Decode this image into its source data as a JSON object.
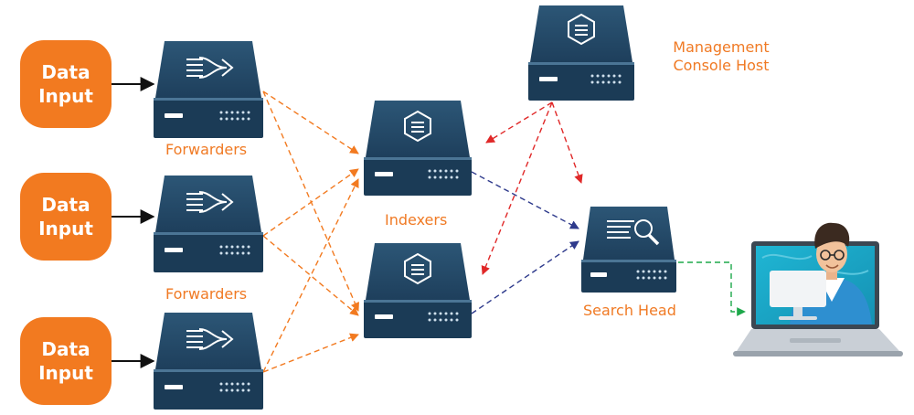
{
  "inputs": [
    {
      "label": "Data Input"
    },
    {
      "label": "Data Input"
    },
    {
      "label": "Data Input"
    }
  ],
  "labels": {
    "forwarders_1": "Forwarders",
    "forwarders_2": "Forwarders",
    "indexers": "Indexers",
    "management": "Management Console Host",
    "search_head": "Search Head"
  },
  "colors": {
    "orange": "#F27A20",
    "label_orange": "#F07A24",
    "server_dark": "#1B3B56",
    "server_top": "#2F5977",
    "red_arrow": "#E02828",
    "blue_arrow": "#2E3A8C",
    "green_arrow": "#1DA84A",
    "screen": "#19A9C8"
  },
  "icons": [
    "forwarder-icon",
    "indexer-icon",
    "management-icon",
    "search-head-icon",
    "laptop-icon",
    "user-avatar-icon"
  ]
}
